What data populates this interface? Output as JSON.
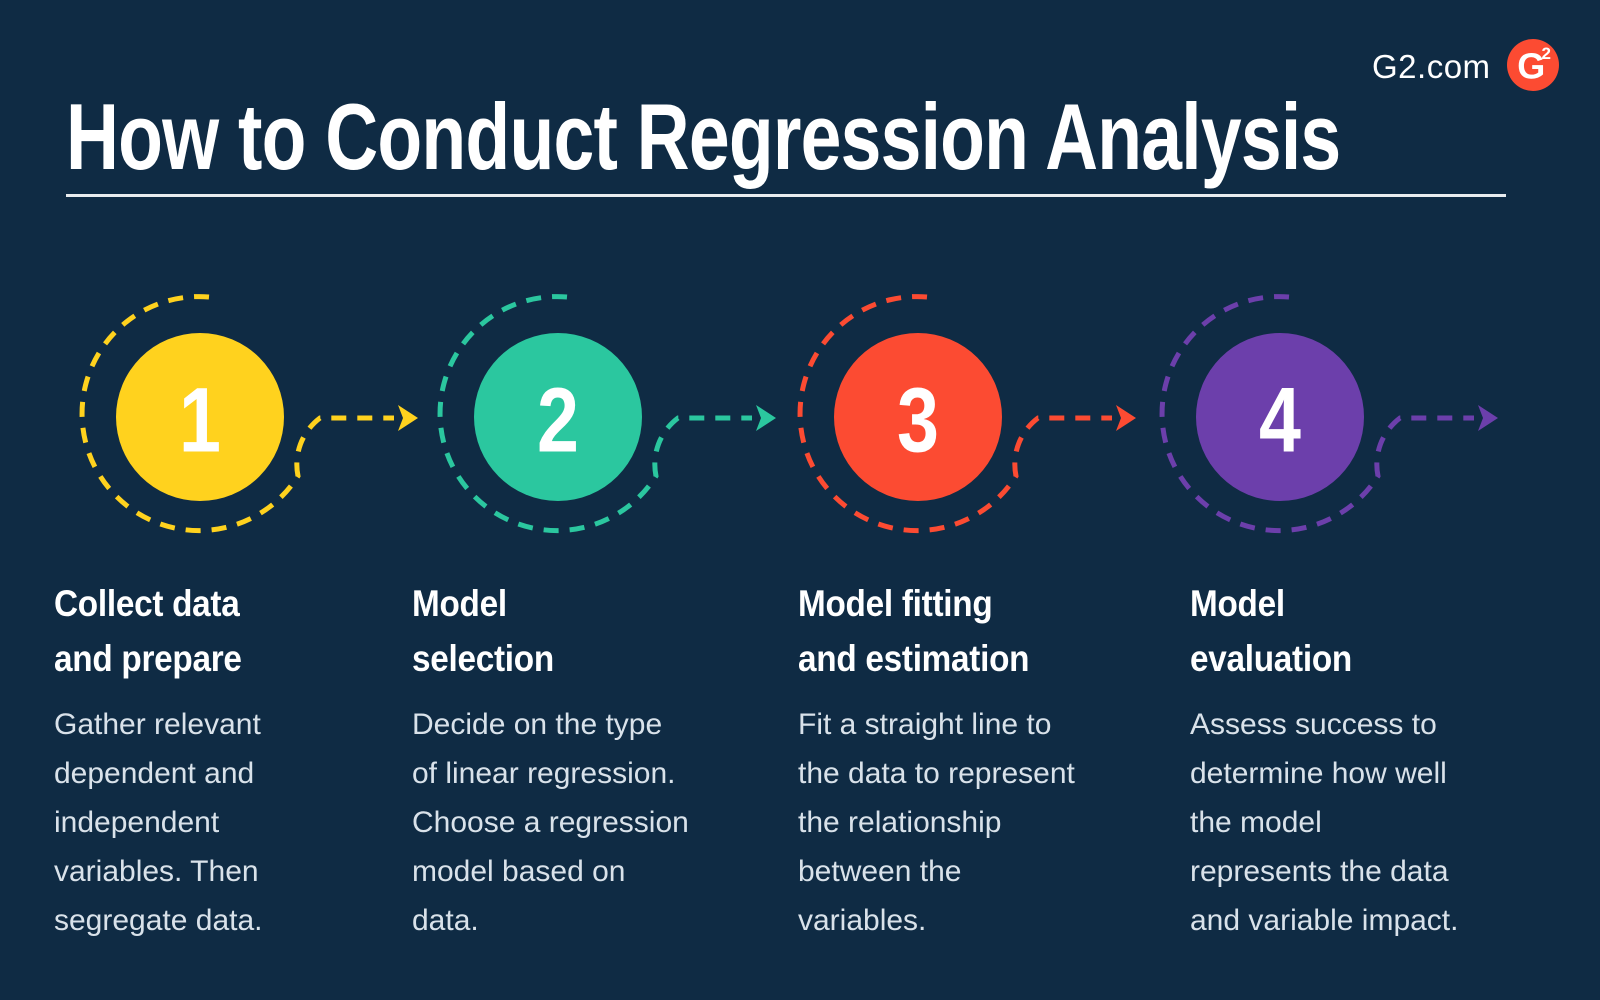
{
  "colors": {
    "background": "#0F2B44",
    "heading_text": "#FFFFFF",
    "body_text": "#D9E2EA",
    "rule": "#E8ECEF",
    "brand_red": "#FC4B32"
  },
  "header": {
    "site_label": "G2.com",
    "logo": {
      "letter": "G",
      "superscript": "2",
      "color": "#FC4B32"
    }
  },
  "title": {
    "text": "How to Conduct Regression Analysis"
  },
  "steps": [
    {
      "number": "1",
      "accent": "#FFD21E",
      "heading": "Collect data\nand prepare",
      "description": "Gather relevant\ndependent and\nindependent\nvariables. Then\nsegregate data."
    },
    {
      "number": "2",
      "accent": "#2BC79F",
      "heading": "Model\nselection",
      "description": "Decide on the type\nof linear regression.\nChoose a regression\nmodel based on\ndata."
    },
    {
      "number": "3",
      "accent": "#FC4B32",
      "heading": "Model fitting\nand estimation",
      "description": "Fit a straight line to\nthe data to represent\nthe relationship\nbetween the\nvariables."
    },
    {
      "number": "4",
      "accent": "#6C3FAB",
      "heading": "Model\nevaluation",
      "description": "Assess success to\ndetermine how well\nthe model\nrepresents the data\nand variable impact."
    }
  ]
}
